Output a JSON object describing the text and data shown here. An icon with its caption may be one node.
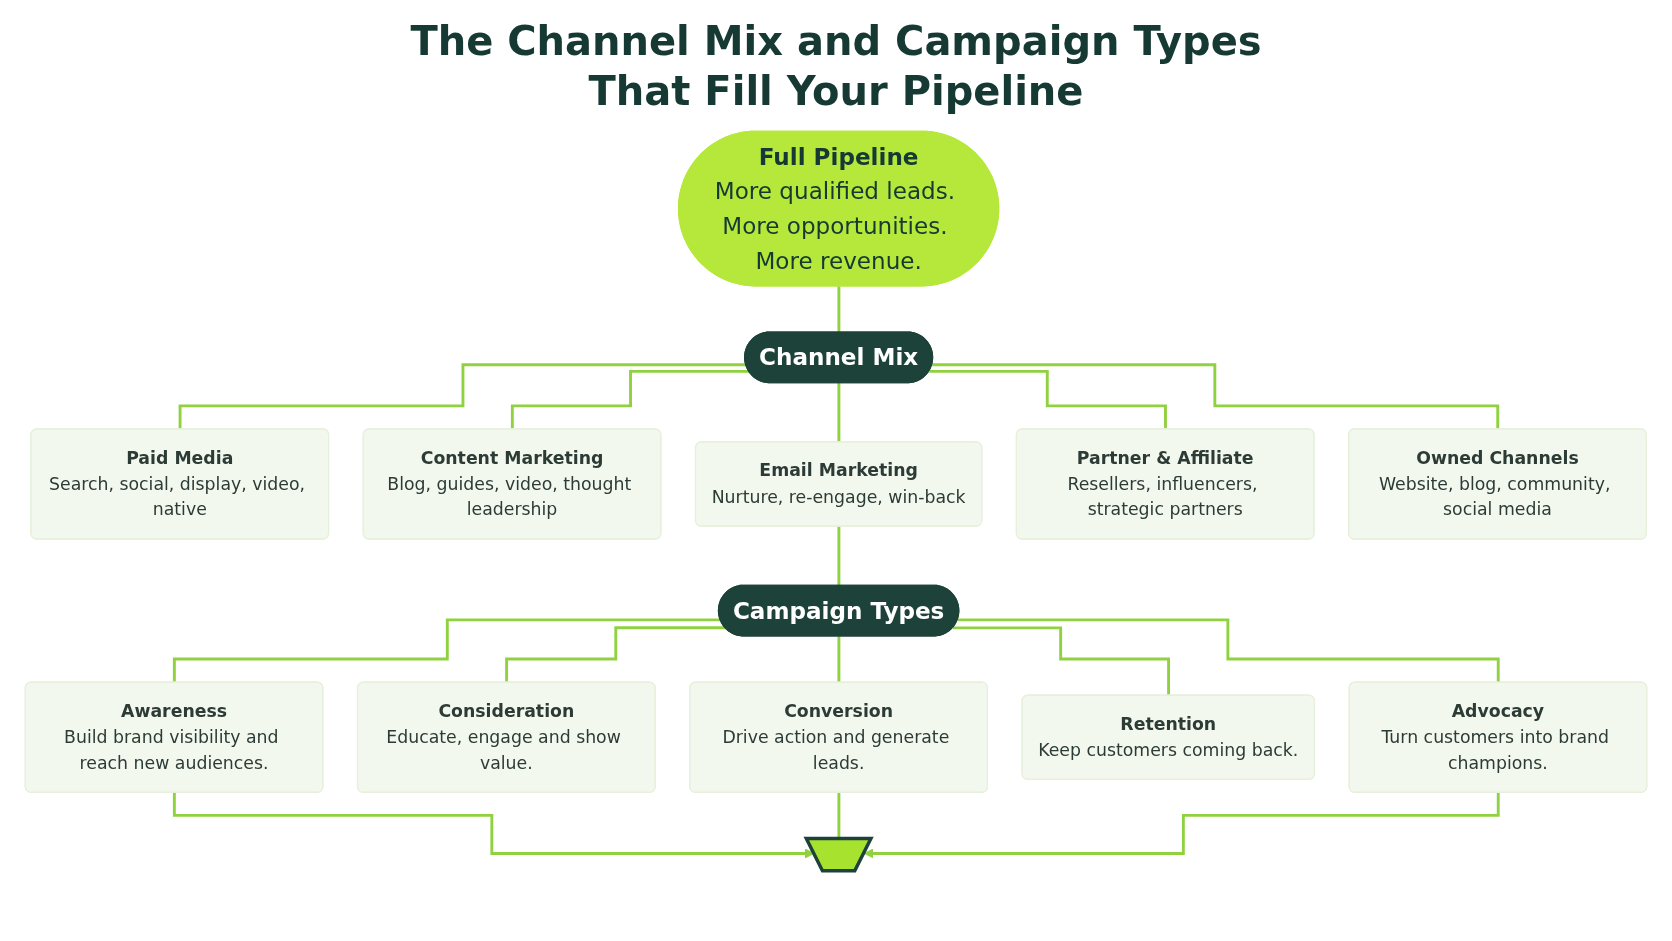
{
  "diagram": {
    "title": "The Channel Mix and Campaign Types That Fill Your Pipeline",
    "nodes": [
      {
        "text": [
          "Full Pipeline",
          "More qualified leads. More opportunities. More revenue."
        ]
      },
      {
        "text": [
          "Channel Mix"
        ]
      },
      {
        "text": [
          "Paid Media",
          "Search, social, display, video, native"
        ]
      },
      {
        "text": [
          "Content Marketing",
          "Blog, guides, video, thought leadership"
        ]
      },
      {
        "text": [
          "Email Marketing",
          "Nurture, re-engage, win-back"
        ]
      },
      {
        "text": [
          "Partner & Affiliate",
          "Resellers, influencers, strategic partners"
        ]
      },
      {
        "text": [
          "Owned Channels",
          "Website, blog, community, social media"
        ]
      },
      {
        "text": [
          "Campaign Types"
        ]
      },
      {
        "text": [
          "Awareness",
          "Build brand visibility and reach new audiences."
        ]
      },
      {
        "text": [
          "Consideration",
          "Educate, engage and show value."
        ]
      },
      {
        "text": [
          "Conversion",
          "Drive action and generate leads."
        ]
      },
      {
        "text": [
          "Retention",
          "Keep customers coming back."
        ]
      },
      {
        "text": [
          "Advocacy",
          "Turn customers into brand champions."
        ]
      },
      {
        "text": [],
        "shape": "funnel"
      }
    ],
    "edges": [
      {
        "from": 0,
        "to": 1,
        "arrow": "none"
      },
      {
        "from": 1,
        "to": 2,
        "arrow": "none"
      },
      {
        "from": 1,
        "to": 3,
        "arrow": "none"
      },
      {
        "from": 1,
        "to": 4,
        "arrow": "none"
      },
      {
        "from": 1,
        "to": 5,
        "arrow": "none"
      },
      {
        "from": 1,
        "to": 6,
        "arrow": "none"
      },
      {
        "from": 4,
        "to": 7,
        "arrow": "none"
      },
      {
        "from": 7,
        "to": 8,
        "arrow": "none"
      },
      {
        "from": 7,
        "to": 9,
        "arrow": "none"
      },
      {
        "from": 7,
        "to": 10,
        "arrow": "none"
      },
      {
        "from": 7,
        "to": 11,
        "arrow": "none"
      },
      {
        "from": 7,
        "to": 12,
        "arrow": "none"
      },
      {
        "from": 8,
        "to": 13,
        "arrow": "to"
      },
      {
        "from": 10,
        "to": 13,
        "arrow": "none"
      },
      {
        "from": 12,
        "to": 13,
        "arrow": "to"
      }
    ]
  }
}
